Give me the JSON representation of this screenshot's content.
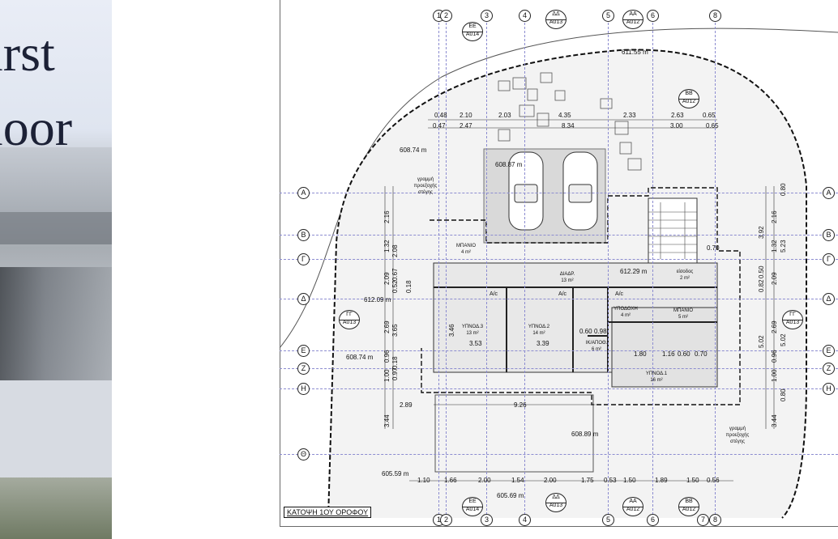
{
  "heading": {
    "line1": "irst",
    "line2": "loor"
  },
  "plan": {
    "title": "ΚΑΤΟΨΗ 1ΟΥ ΟΡΟΦΟΥ",
    "grid_top": [
      "1",
      "2",
      "3",
      "4",
      "5",
      "6",
      "8"
    ],
    "grid_bottom": [
      "1",
      "2",
      "3",
      "4",
      "5",
      "6",
      "7",
      "8"
    ],
    "grid_left": [
      "A",
      "B",
      "Γ",
      "Δ",
      "E",
      "Z",
      "H",
      "Θ"
    ],
    "grid_right": [
      "A",
      "B",
      "Γ",
      "Δ",
      "E",
      "Z",
      "H"
    ],
    "section_tags": {
      "ee_top": [
        "EE",
        "A014"
      ],
      "dd_top": [
        "ΔΔ",
        "A013"
      ],
      "aa_top": [
        "AA",
        "A012"
      ],
      "bb_top": [
        "BB",
        "A012"
      ],
      "gg_left": [
        "ΓΓ",
        "A013"
      ],
      "gg_right": [
        "ΓΓ",
        "A013"
      ],
      "ee_bottom": [
        "EE",
        "A014"
      ],
      "dd_bottom": [
        "ΔΔ",
        "A013"
      ],
      "aa_bottom": [
        "AA",
        "A012"
      ],
      "bb_bottom": [
        "BB",
        "A012"
      ]
    },
    "rooms": {
      "bath_left": "ΜΠΑΝΙΟ",
      "bath_left_area": "4 m²",
      "corridor": "ΔΙΑΔΡ.",
      "corridor_area": "13 m²",
      "bed3": "ΥΠΝΟΔ.3",
      "bed3_area": "13 m²",
      "bed2": "ΥΠΝΟΔ.2",
      "bed2_area": "14 m²",
      "closet": "ΙΚ/ΑΠΟΘ.",
      "closet_area": "6 m²",
      "reception": "ΥΠΟΔΟΧΗ",
      "reception_area": "4 m²",
      "bath_right": "ΜΠΑΝΙΟ",
      "bath_right_area": "5 m²",
      "bed1": "ΥΠΝΟΔ.1",
      "bed1_area": "16 m²",
      "entrance": "είσοδος",
      "entrance_area": "2 m²",
      "ac1": "A/c",
      "ac2": "A/c",
      "ac3": "A/c"
    },
    "notes": {
      "roof_line_top": "γραμμή\nπροεξοχής\nστέγης",
      "roof_line_bottom": "γραμμή\nπροεξοχής\nστέγης"
    },
    "elevations": [
      "608.74 m",
      "608.87 m",
      "612.09 m",
      "608.74 m",
      "612.29 m",
      "608.89 m",
      "605.59 m",
      "605.69 m",
      "611.55 m"
    ],
    "dims_top_row1": [
      "0.48",
      "2.10",
      "2.03",
      "4.35",
      "2.33",
      "2.63",
      "0.65"
    ],
    "dims_top_row2": [
      "0.47",
      "2.47",
      "8.34",
      "3.00",
      "0.65"
    ],
    "dims_bottom": [
      "1.10",
      "1.66",
      "2.00",
      "1.54",
      "2.00",
      "1.75",
      "0.53",
      "1.50",
      "1.89",
      "1.50",
      "0.56"
    ],
    "dims_mid": [
      "2.89",
      "9.26",
      "3.53",
      "3.39",
      "0.60",
      "0.98",
      "1.80",
      "1.16",
      "0.60",
      "0.70"
    ],
    "dims_left": [
      "2.16",
      "1.32",
      "2.08",
      "2.09",
      "0.52",
      "0.67",
      "0.18",
      "2.69",
      "3.65",
      "0.96",
      "1.00",
      "0.97",
      "0.18",
      "3.44",
      "3.46"
    ],
    "dims_right": [
      "0.80",
      "3.92",
      "2.16",
      "1.32",
      "5.23",
      "0.50",
      "0.82",
      "2.09",
      "2.69",
      "5.02",
      "0.96",
      "1.00",
      "0.80",
      "3.44",
      "5.02",
      "0.70"
    ]
  }
}
